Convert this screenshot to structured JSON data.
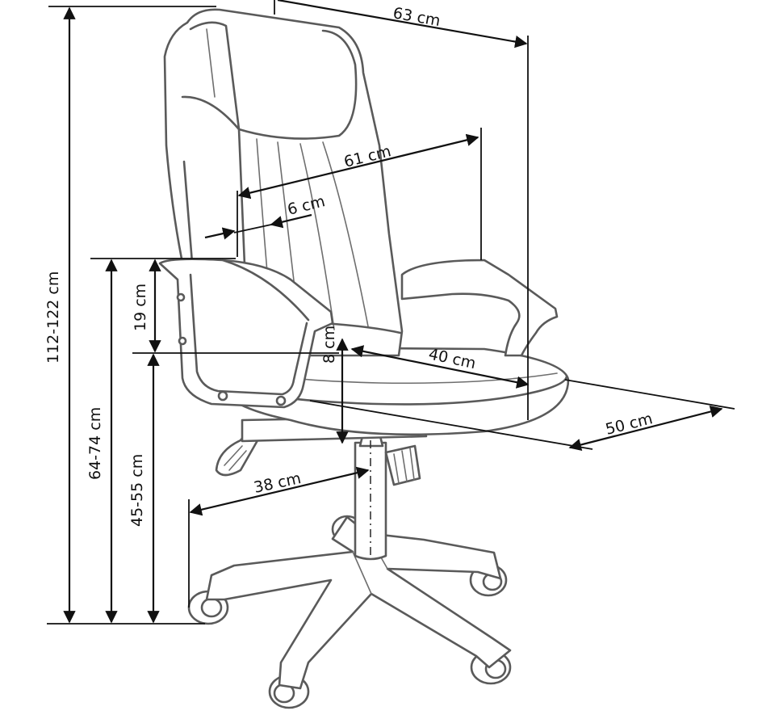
{
  "colors": {
    "outline": "#5a5a5a",
    "dimension": "#111111",
    "background": "#ffffff"
  },
  "dimensions": {
    "width_top": "63 cm",
    "backrest_width": "61 cm",
    "lumbar": "6 cm",
    "seat_depth": "40 cm",
    "seat_width": "50 cm",
    "armrest_height": "19 cm",
    "seat_thickness": "8 cm",
    "total_height": "112-122 cm",
    "armrest_floor_height": "64-74 cm",
    "seat_height": "45-55 cm",
    "base_radius": "38 cm"
  }
}
